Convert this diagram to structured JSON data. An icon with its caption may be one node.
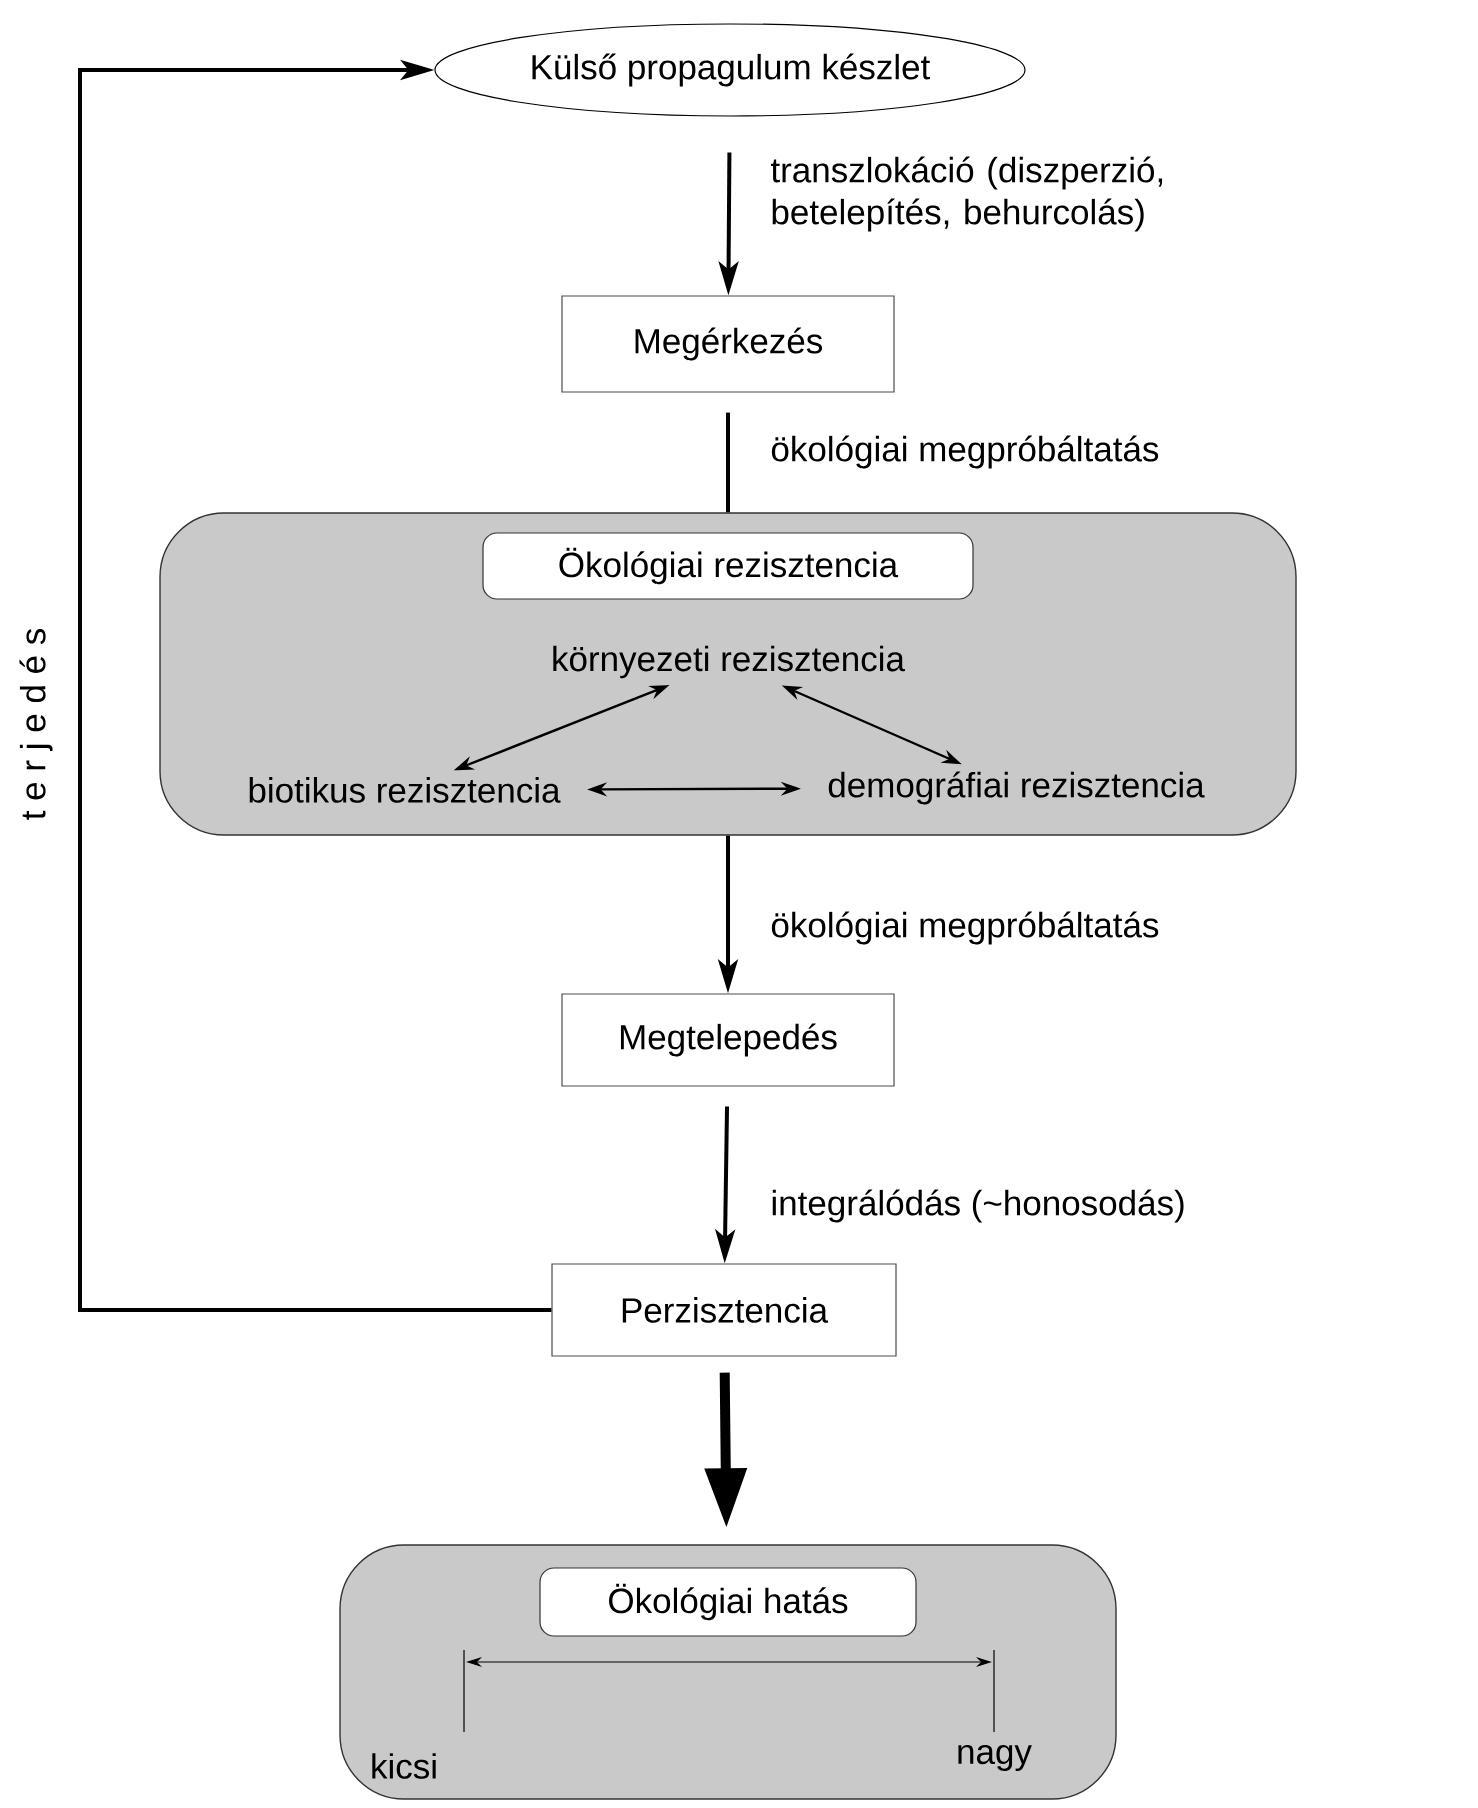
{
  "diagram": {
    "nodes": [
      {
        "text": [
          "Külső propagulum készlet"
        ]
      },
      {
        "text": [
          "Megérkezés"
        ]
      },
      {
        "text": [],
        "shape": "box"
      },
      {
        "text": [
          "Ökológiai rezisztencia"
        ],
        "in": 2
      },
      {
        "text": [
          "környezeti rezisztencia"
        ],
        "in": 2
      },
      {
        "text": [
          "biotikus rezisztencia"
        ],
        "in": 2
      },
      {
        "text": [
          "demográfiai rezisztencia"
        ],
        "in": 2
      },
      {
        "text": [
          "Megtelepedés"
        ]
      },
      {
        "text": [
          "Perzisztencia"
        ]
      },
      {
        "text": [],
        "shape": "box"
      },
      {
        "text": [
          "Ökológiai hatás"
        ],
        "in": 9
      }
    ],
    "edges": [
      {
        "from": 0,
        "to": 1,
        "arrow": "to",
        "label": "transzlokáció (diszperzió, betelepítés, behurcolás)"
      },
      {
        "from": 1,
        "to": 2,
        "arrow": "none",
        "label": "ökológiai megpróbáltatás"
      },
      {
        "from": 4,
        "to": 5,
        "arrow": "both"
      },
      {
        "from": 4,
        "to": 6,
        "arrow": "both"
      },
      {
        "from": 5,
        "to": 6,
        "arrow": "both"
      },
      {
        "from": 2,
        "to": 7,
        "arrow": "to",
        "label": "ökológiai megpróbáltatás"
      },
      {
        "from": 7,
        "to": 8,
        "arrow": "to",
        "label": "integrálódás (~honosodás)"
      },
      {
        "from": 8,
        "to": 9,
        "arrow": "to",
        "style": "thick"
      },
      {
        "from": 8,
        "to": 0,
        "arrow": "to",
        "label": "t e r j e d é s"
      }
    ],
    "labels": [
      "kicsi",
      "nagy"
    ]
  }
}
